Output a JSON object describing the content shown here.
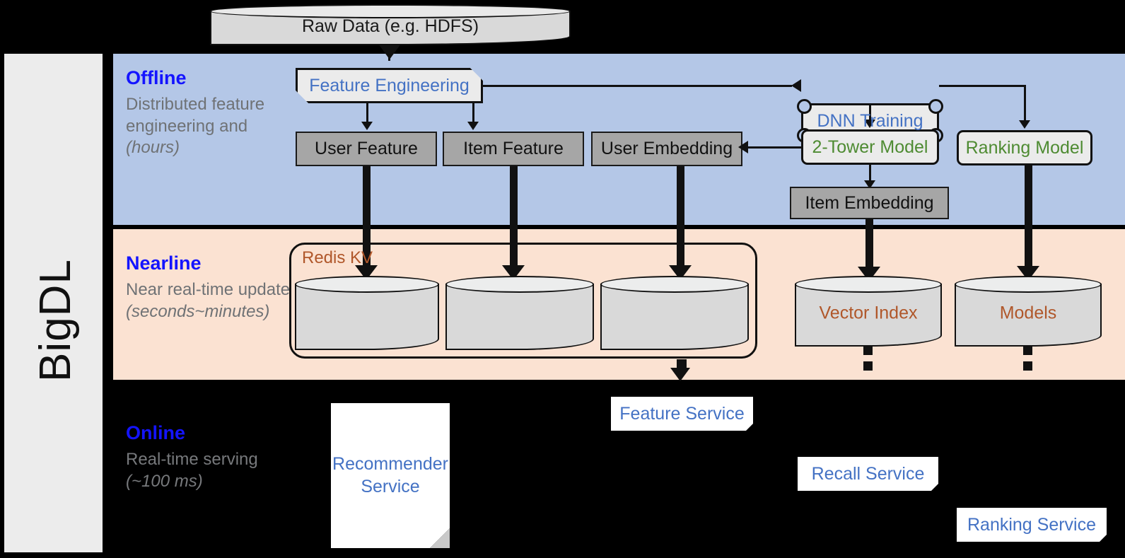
{
  "framework": {
    "name": "BigDL"
  },
  "source": {
    "label": "Raw Data (e.g. HDFS)"
  },
  "bands": {
    "offline": {
      "title": "Offline",
      "description": "Distributed feature engineering and ",
      "latency": "(hours)"
    },
    "nearline": {
      "title": "Nearline",
      "description": "Near real-time update ",
      "latency": "(seconds~minutes)"
    },
    "online": {
      "title": "Online",
      "description": "Real-time serving ",
      "latency": "(~100 ms)"
    }
  },
  "offline_nodes": {
    "feature_engineering": "Feature Engineering",
    "dnn_training": "DNN Training",
    "user_feature": "User Feature",
    "item_feature": "Item Feature",
    "user_embedding": "User Embedding",
    "two_tower_model": "2-Tower Model",
    "ranking_model": "Ranking Model",
    "item_embedding": "Item Embedding"
  },
  "nearline_nodes": {
    "redis_kv": "Redis KV",
    "store_user_feature": "",
    "store_item_feature": "",
    "store_user_embedding": "",
    "vector_index": "Vector Index",
    "models": "Models"
  },
  "online_nodes": {
    "recommender_service": "Recommender Service",
    "feature_service": "Feature Service",
    "recall_service": "Recall Service",
    "ranking_service": "Ranking Service"
  },
  "colors": {
    "offline_band": "#b4c7e7",
    "nearline_band": "#fbe2d2",
    "online_band": "#000000",
    "sidebar": "#ececec",
    "band_title": "#1414ff",
    "band_desc": "#6f7275",
    "process_blue": "#4472c4",
    "model_green": "#4e8b32",
    "store_brown": "#b0572a",
    "data_box": "#a6a6a6",
    "process_box": "#ebebeb",
    "cylinder": "#d9d9d9",
    "service_card": "#ffffff",
    "stroke": "#111111"
  }
}
